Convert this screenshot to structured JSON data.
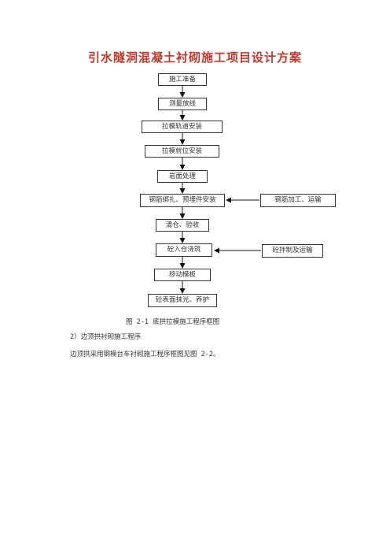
{
  "document": {
    "title": "引水隧洞混凝土衬砌施工项目设计方案"
  },
  "flowchart": {
    "steps": [
      "施工准备",
      "测量放线",
      "拉模轨道安装",
      "拉模就位安装",
      "岩面处理",
      "钢筋绑扎、预埋件安装",
      "清仓、验收",
      "砼入仓浇筑",
      "移动模板",
      "砼表面抹光、养护"
    ],
    "side_inputs": [
      "钢筋加工、运输",
      "砼拌制及运输"
    ]
  },
  "caption": "图 2-1   底拱拉模施工程序框图",
  "paragraphs": [
    "2）边顶拱衬砌施工程序",
    "边顶拱采用钢模台车衬砌施工程序框图见图 2-2。"
  ]
}
